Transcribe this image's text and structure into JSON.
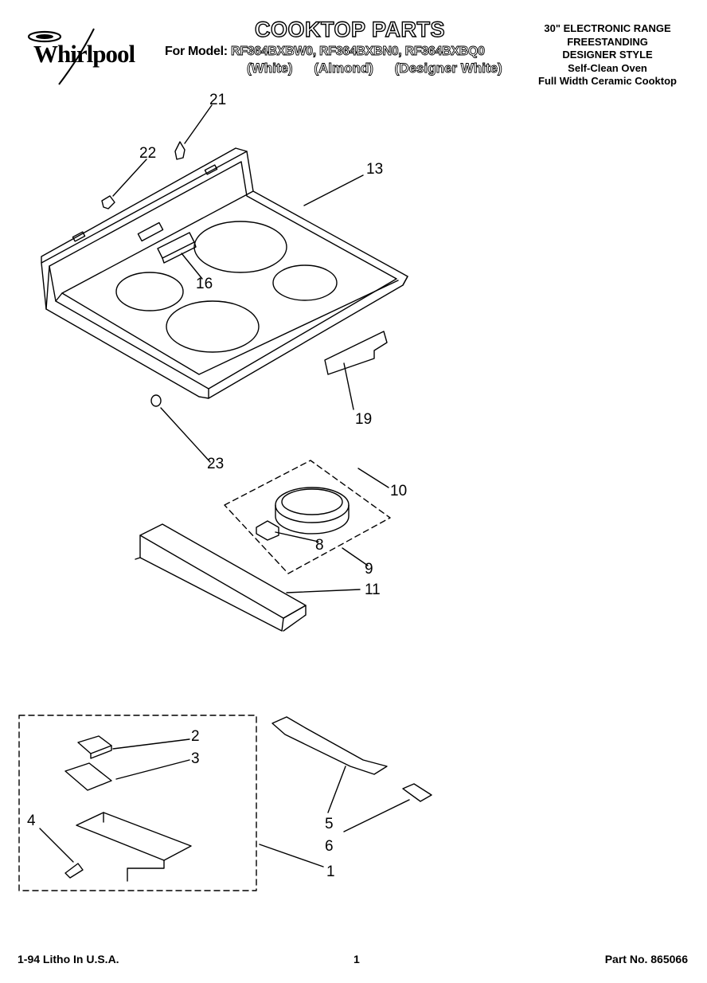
{
  "brand": {
    "name": "Whirlpool",
    "badge": "R"
  },
  "header": {
    "title": "COOKTOP PARTS",
    "model_label": "For Model:",
    "models": "RF364BXBW0, RF364BXBN0, RF364BXBQ0",
    "colors": [
      "(White)",
      "(Almond)",
      "(Designer White)"
    ]
  },
  "spec": {
    "lines": [
      "30\" ELECTRONIC RANGE",
      "FREESTANDING",
      "DESIGNER STYLE",
      "Self-Clean Oven",
      "Full Width Ceramic Cooktop"
    ]
  },
  "callouts": {
    "c21": "21",
    "c22": "22",
    "c13": "13",
    "c16": "16",
    "c19": "19",
    "c23": "23",
    "c10": "10",
    "c8": "8",
    "c9": "9",
    "c11": "11",
    "c2": "2",
    "c3": "3",
    "c4": "4",
    "c5": "5",
    "c6": "6",
    "c1": "1"
  },
  "footer": {
    "litho": "1-94 Litho In U.S.A.",
    "page": "1",
    "part_no": "Part No. 865066"
  }
}
